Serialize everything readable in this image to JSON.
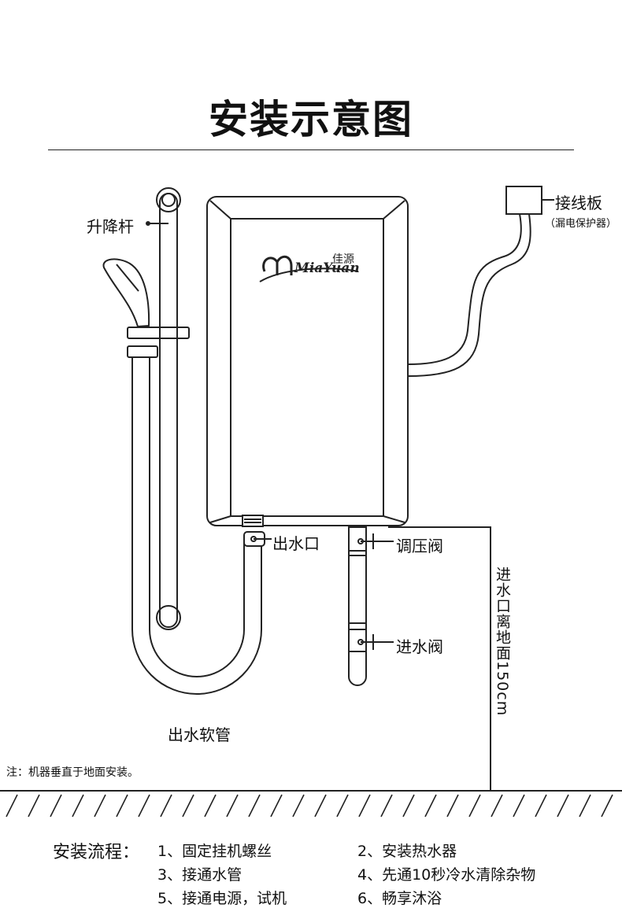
{
  "title": "安装示意图",
  "brand": {
    "chinese": "佳源",
    "latin": "MiaYuan"
  },
  "labels": {
    "lift_rod": "升降杆",
    "junction_box": "接线板",
    "leakage_protector": "（漏电保护器）",
    "outlet": "出水口",
    "pressure_valve": "调压阀",
    "inlet_valve": "进水阀",
    "hose": "出水软管",
    "inlet_height": "进水口离地面150cm"
  },
  "note": "注：机器垂直于地面安装。",
  "process": {
    "title": "安装流程：",
    "steps": [
      "1、固定挂机螺丝",
      "2、安装热水器",
      "3、接通水管",
      "4、先通10秒冷水清除杂物",
      "5、接通电源，试机",
      "6、畅享沐浴"
    ]
  },
  "colors": {
    "line": "#222222",
    "background": "#ffffff"
  }
}
